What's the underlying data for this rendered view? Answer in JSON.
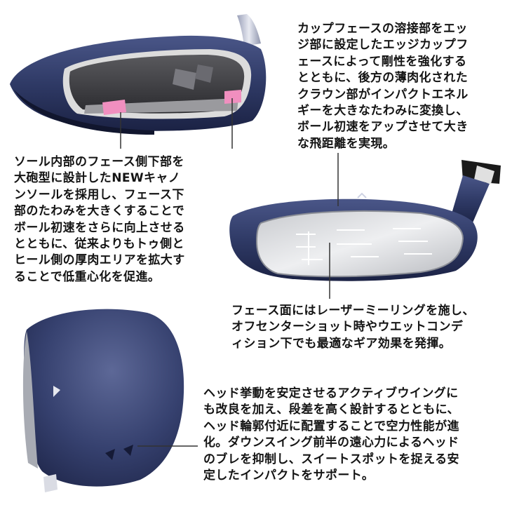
{
  "colors": {
    "body_navy": "#2f3a66",
    "body_navy_dark": "#1b2244",
    "face_silver": "#d9dadc",
    "pink_weight": "#f08fbf",
    "leader_line": "#333333"
  },
  "images": {
    "cutaway_head": "golf-head-cutaway",
    "face_view": "golf-head-face-view",
    "crown_view": "golf-head-crown-view"
  },
  "captions": {
    "cup_face": {
      "lines": [
        "カップフェースの溶接部をエッ",
        "ジ部に設定したエッジカップフ",
        "ェースによって剛性を強化する",
        "とともに、後方の薄肉化された",
        "クラウン部がインパクトエネル",
        "ギーを大きなたわみに変換し、",
        "ボール初速をアップさせて大き",
        "な飛距離を実現。"
      ]
    },
    "cannon_sole": {
      "lines": [
        "ソール内部のフェース側下部を",
        "大砲型に設計したNEWキャノ",
        "ンソールを採用し、フェース下",
        "部のたわみを大きくすることで",
        "ボール初速をさらに向上させる",
        "とともに、従来よりもトゥ側と",
        "ヒール側の厚肉エリアを拡大す",
        "ることで低重心化を促進。"
      ]
    },
    "laser_milling": {
      "lines": [
        "フェース面にはレーザーミーリングを施し、",
        "オフセンターショット時やウエットコンデ",
        "ィション下でも最適なギア効果を発揮。"
      ]
    },
    "active_wing": {
      "lines": [
        "ヘッド挙動を安定させるアクティブウイングに",
        "も改良を加え、段差を高く設計するとともに、",
        "ヘッド輪郭付近に配置することで空力性能が進",
        "化。ダウンスイング前半の遠心力によるヘッド",
        "のブレを抑制し、スイートスポットを捉える安",
        "定したインパクトをサポート。"
      ]
    }
  }
}
